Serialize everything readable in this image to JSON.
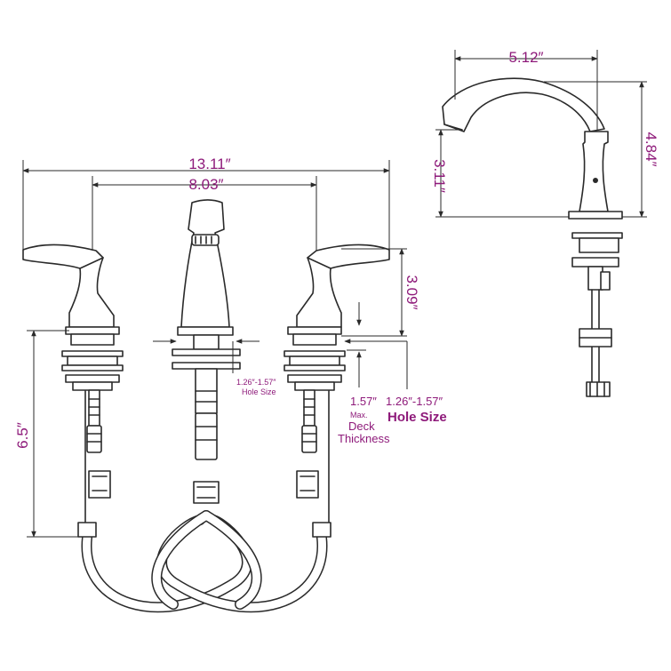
{
  "dimensions": {
    "total_width": "13.11″",
    "center_width": "8.03″",
    "handle_height": "3.09″",
    "shank_length": "6.5″",
    "spout_reach": "5.12″",
    "spout_height": "4.84″",
    "spout_clearance": "3.11″",
    "center_hole_size": "1.26″-1.57″",
    "center_hole_size_label": "Hole Size",
    "side_hole_size": "1.26″-1.57″",
    "side_hole_size_label": "Hole Size",
    "deck_thickness": "1.57″",
    "deck_thickness_label_1": "Max.",
    "deck_thickness_label_2": "Deck",
    "deck_thickness_label_3": "Thickness"
  },
  "colors": {
    "label": "#8e1a7a",
    "line": "#2a2a2a",
    "background": "#ffffff"
  }
}
